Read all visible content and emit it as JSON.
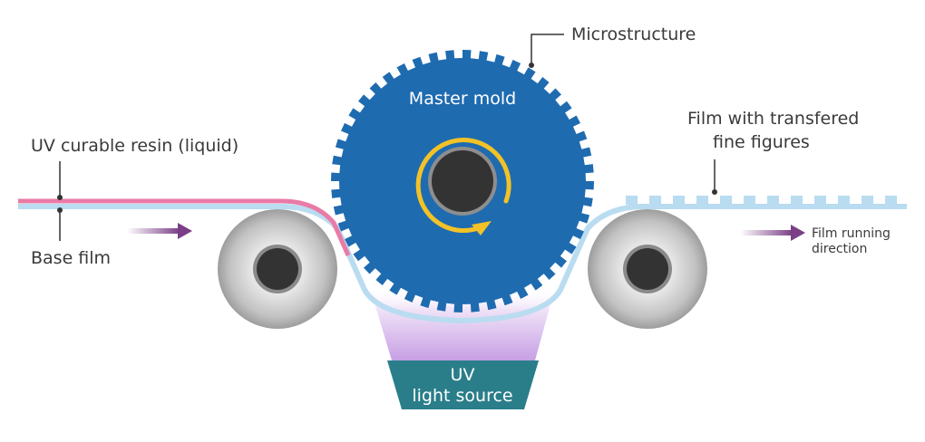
{
  "labels": {
    "microstructure": "Microstructure",
    "master_mold": "Master mold",
    "uv_resin": "UV curable resin (liquid)",
    "base_film": "Base film",
    "film_transferred_line1": "Film with transfered",
    "film_transferred_line2": "fine figures",
    "film_running_line1": "Film running",
    "film_running_line2": "direction",
    "uv_line1": "UV",
    "uv_line2": "light source"
  },
  "colors": {
    "mold_blue": "#1f6bb0",
    "resin_pink": "#ea7aa6",
    "film_blue": "#b9dcf0",
    "uv_box": "#2a7e8a",
    "uv_glow": "#c9a2e6",
    "arrow_purple": "#7a3f86",
    "rotation_arrow": "#f2c227"
  }
}
